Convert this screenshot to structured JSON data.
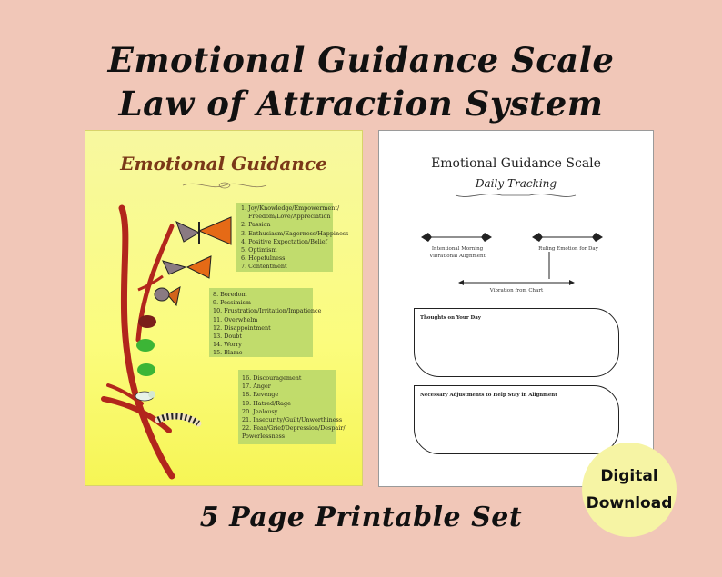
{
  "headline": {
    "line1": "Emotional Guidance Scale",
    "line2": "Law of Attraction System",
    "footer": "5 Page Printable Set"
  },
  "left_page": {
    "title": "Emotional Guidance",
    "group1": [
      "1. Joy/Knowledge/Empowerment/",
      "   Freedom/Love/Appreciation",
      "2. Passion",
      "3. Enthusiasm/Eagerness/Happiness",
      "4. Positive Expectation/Belief",
      "5. Optimism",
      "6. Hopefulness",
      "7. Contentment"
    ],
    "group2": [
      "8. Boredom",
      "9. Pessimism",
      "10. Frustration/Irritation/Impatience",
      "11. Overwhelm",
      "12. Disappointment",
      "13. Doubt",
      "14. Worry",
      "15. Blame"
    ],
    "group3": [
      "16. Discouragement",
      "17. Anger",
      "18. Revenge",
      "19. Hatred/Rage",
      "20. Jealousy",
      "21. Insecurity/Guilt/Unworthiness",
      "22. Fear/Grief/Depression/Despair/",
      "Powerlessness"
    ]
  },
  "right_page": {
    "title": "Emotional Guidance Scale",
    "subtitle": "Daily Tracking",
    "morning_label": "Intentional Morning\nVibrational Alignment",
    "ruling_label": "Ruling Emotion for Day",
    "vibration_label": "Vibration from Chart",
    "thoughts_label": "Thoughts on Your Day",
    "adjustments_label": "Necessary Adjustments to Help Stay in Alignment"
  },
  "badge": {
    "line1": "Digital",
    "line2": "Download"
  },
  "colors": {
    "background": "#f1c7b8",
    "left_page_yellow": "#fbfc7d",
    "green_boxes": "#bcd96a",
    "title_brown": "#7a3818",
    "badge_fill": "#f6f4a4"
  }
}
